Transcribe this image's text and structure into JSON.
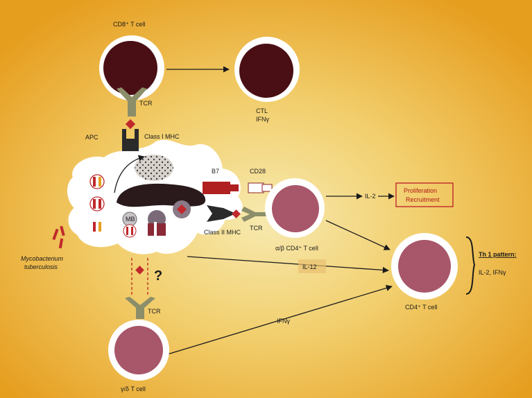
{
  "colors": {
    "background_outer": "#e7a321",
    "background_center": "#f6e9a8",
    "cd8_nucleus": "#4a0f14",
    "cd4_nucleus": "#a8566a",
    "tcr_receptor": "#8c8e6a",
    "mhc_dark": "#2a2a2a",
    "b7_red": "#b02020",
    "mhc_antigen": "#c0282c",
    "apc_fill": "#ffffff",
    "box_border": "#c0282c"
  },
  "labels": {
    "cd8_t_cell": "CD8⁺ T cell",
    "tcr_top": "TCR",
    "ctl": "CTL",
    "ifn_gamma_ctl": "IFNγ",
    "apc": "APC",
    "class1_mhc": "Class I MHC",
    "b7": "B7",
    "cd28": "CD28",
    "il2_top": "IL-2",
    "proliferation": "Proliferation",
    "recruitment": "Recruitment",
    "class2_mhc": "Class II MHC",
    "tcr_mid": "TCR",
    "ab_cd4_t_cell": "α/β CD4⁺ T cell",
    "mycobacterium_1": "Mycobacterium",
    "mycobacterium_2": "tuberculosis",
    "il12": "IL-12",
    "question": "?",
    "cd4_t_cell": "CD4⁺ T cell",
    "th1_pattern": "Th 1 pattern:",
    "th1_cytokines": "IL-2, IFNγ",
    "tcr_bottom": "TCR",
    "ifn_gamma_gd": "IFNγ",
    "gd_t_cell": "γ/δ T cell"
  }
}
